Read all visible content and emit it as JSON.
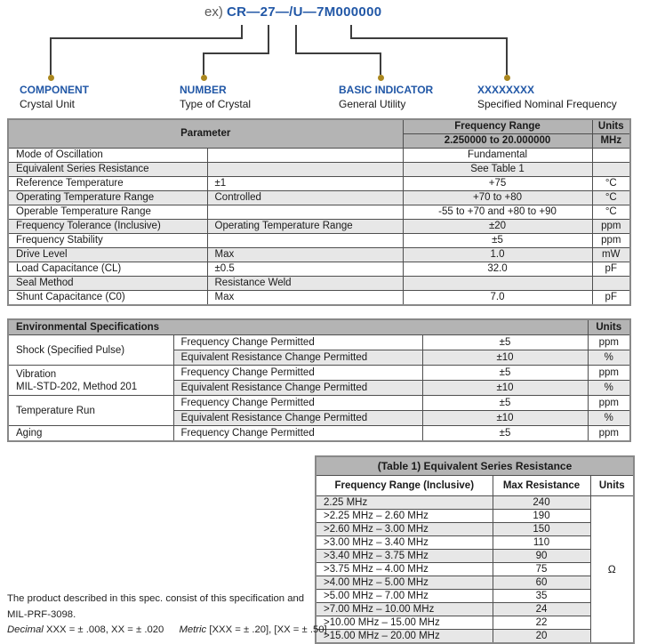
{
  "colors": {
    "accent_blue": "#2157a6",
    "dot_gold": "#aa871e",
    "header_gray": "#b4b4b4",
    "alt_row_gray": "#e7e7e7"
  },
  "heading": {
    "prefix": "ex)",
    "code": "CR—27—/U—7M000000"
  },
  "diagram_labels": [
    {
      "title": "COMPONENT",
      "subtitle": "Crystal Unit"
    },
    {
      "title": "NUMBER",
      "subtitle": "Type of Crystal"
    },
    {
      "title": "BASIC INDICATOR",
      "subtitle": "General Utility"
    },
    {
      "title": "XXXXXXXX",
      "subtitle": "Specified Nominal Frequency"
    }
  ],
  "main_table": {
    "param_header": "Parameter",
    "freq_range_header": "Frequency Range",
    "freq_range_value": "2.250000 to 20.000000",
    "units_header": "Units",
    "units_value": "MHz",
    "rows": [
      {
        "param": "Mode of Oscillation",
        "condition": "",
        "value": "Fundamental",
        "unit": ""
      },
      {
        "param": "Equivalent Series Resistance",
        "condition": "",
        "value": "See Table 1",
        "unit": ""
      },
      {
        "param": "Reference Temperature",
        "condition": "±1",
        "value": "+75",
        "unit": "°C"
      },
      {
        "param": "Operating Temperature Range",
        "condition": "Controlled",
        "value": "+70 to +80",
        "unit": "°C"
      },
      {
        "param": "Operable Temperature Range",
        "condition": "",
        "value": "-55 to +70 and +80 to +90",
        "unit": "°C"
      },
      {
        "param": "Frequency Tolerance (Inclusive)",
        "condition": "Operating Temperature Range",
        "value": "±20",
        "unit": "ppm"
      },
      {
        "param": "Frequency Stability",
        "condition": "",
        "value": "±5",
        "unit": "ppm"
      },
      {
        "param": "Drive Level",
        "condition": "Max",
        "value": "1.0",
        "unit": "mW"
      },
      {
        "param": "Load Capacitance (CL)",
        "condition": "±0.5",
        "value": "32.0",
        "unit": "pF"
      },
      {
        "param": "Seal Method",
        "condition": "Resistance Weld",
        "value": "",
        "unit": ""
      },
      {
        "param": "Shunt Capacitance (C0)",
        "condition": "Max",
        "value": "7.0",
        "unit": "pF"
      }
    ]
  },
  "env_table": {
    "title": "Environmental Specifications",
    "units_header": "Units",
    "groups": [
      {
        "name": "Shock (Specified Pulse)",
        "name2": "",
        "rows": [
          {
            "test": "Frequency Change Permitted",
            "value": "±5",
            "unit": "ppm"
          },
          {
            "test": "Equivalent Resistance Change Permitted",
            "value": "±10",
            "unit": "%"
          }
        ]
      },
      {
        "name": "Vibration",
        "name2": "MIL-STD-202, Method 201",
        "rows": [
          {
            "test": "Frequency Change Permitted",
            "value": "±5",
            "unit": "ppm"
          },
          {
            "test": "Equivalent Resistance Change Permitted",
            "value": "±10",
            "unit": "%"
          }
        ]
      },
      {
        "name": "Temperature Run",
        "name2": "",
        "rows": [
          {
            "test": "Frequency Change Permitted",
            "value": "±5",
            "unit": "ppm"
          },
          {
            "test": "Equivalent Resistance Change Permitted",
            "value": "±10",
            "unit": "%"
          }
        ]
      },
      {
        "name": "Aging",
        "name2": "",
        "rows": [
          {
            "test": "Frequency Change Permitted",
            "value": "±5",
            "unit": "ppm"
          }
        ]
      }
    ]
  },
  "resistance_table": {
    "title": "(Table 1) Equivalent Series Resistance",
    "col_headers": [
      "Frequency Range (Inclusive)",
      "Max Resistance",
      "Units"
    ],
    "unit": "Ω",
    "rows": [
      {
        "range": "2.25 MHz",
        "resistance": "240"
      },
      {
        "range": ">2.25 MHz – 2.60 MHz",
        "resistance": "190"
      },
      {
        "range": ">2.60 MHz – 3.00 MHz",
        "resistance": "150"
      },
      {
        "range": ">3.00 MHz – 3.40 MHz",
        "resistance": "110"
      },
      {
        "range": ">3.40 MHz – 3.75 MHz",
        "resistance": "90"
      },
      {
        "range": ">3.75 MHz – 4.00 MHz",
        "resistance": "75"
      },
      {
        "range": ">4.00 MHz – 5.00 MHz",
        "resistance": "60"
      },
      {
        "range": ">5.00 MHz – 7.00 MHz",
        "resistance": "35"
      },
      {
        "range": ">7.00 MHz – 10.00 MHz",
        "resistance": "24"
      },
      {
        "range": ">10.00 MHz – 15.00 MHz",
        "resistance": "22"
      },
      {
        "range": ">15.00 MHz – 20.00 MHz",
        "resistance": "20"
      }
    ]
  },
  "footnote": {
    "line1": "The product described in this spec. consist of this specification and",
    "line2": "MIL-PRF-3098.",
    "decimal_label": "Decimal",
    "decimal_value": "XXX = ± .008, XX = ± .020",
    "metric_label": "Metric",
    "metric_value": "[XXX = ± .20], [XX = ± .50]"
  }
}
